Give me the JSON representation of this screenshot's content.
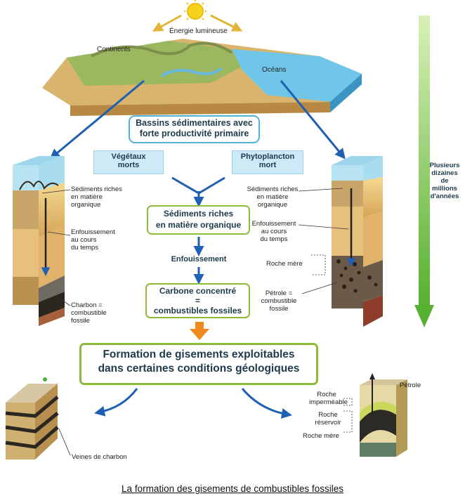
{
  "title": "La formation des gisements de combustibles fossiles",
  "top": {
    "energie": "Énergie lumineuse",
    "continents": "Continents",
    "oceans": "Océans"
  },
  "bassins": {
    "line1": "Bassins sédimentaires avec",
    "line2": "forte productivité primaire"
  },
  "vegetaux": {
    "line1": "Végétaux",
    "line2": "morts"
  },
  "phyto": {
    "line1": "Phytoplancton",
    "line2": "mort"
  },
  "center": {
    "sediments_line1": "Sédiments riches",
    "sediments_line2": "en matière organique",
    "enfouissement": "Enfouissement",
    "carbone_line1": "Carbone concentré",
    "carbone_line2": "=",
    "carbone_line3": "combustibles fossiles"
  },
  "left_column": {
    "sediments": [
      "Sédiments riches",
      "en matière",
      "organique"
    ],
    "enfouissement": [
      "Enfouissement",
      "au cours",
      "du temps"
    ],
    "charbon": [
      "Charbon =",
      "combustible",
      "fossile"
    ]
  },
  "right_column": {
    "sediments": [
      "Sédiments riches",
      "en matière",
      "organique"
    ],
    "enfouissement": [
      "Enfouissement",
      "au cours",
      "du temps"
    ],
    "roche_mere": "Roche mère",
    "petrole": [
      "Pétrole =",
      "combustible",
      "fossile"
    ]
  },
  "timeline": [
    "Plusieurs",
    "dizaines",
    "de",
    "millions",
    "d'années"
  ],
  "formation": {
    "line1": "Formation de gisements exploitables",
    "line2": "dans certaines conditions géologiques"
  },
  "bottom_left": {
    "veines": "Veines de charbon"
  },
  "bottom_right": {
    "petrole": "Pétrole",
    "roche_impermeable": [
      "Roche",
      "imperméable"
    ],
    "roche_reservoir": [
      "Roche",
      "réservoir"
    ],
    "roche_mere": "Roche mère"
  },
  "colors": {
    "arrow_blue": "#1f5fb4",
    "arrow_orange": "#f08a1c",
    "timeline_green": "#7cc242",
    "box_blue": "#cdeaf6",
    "box_border_green": "#8dbb3a"
  }
}
